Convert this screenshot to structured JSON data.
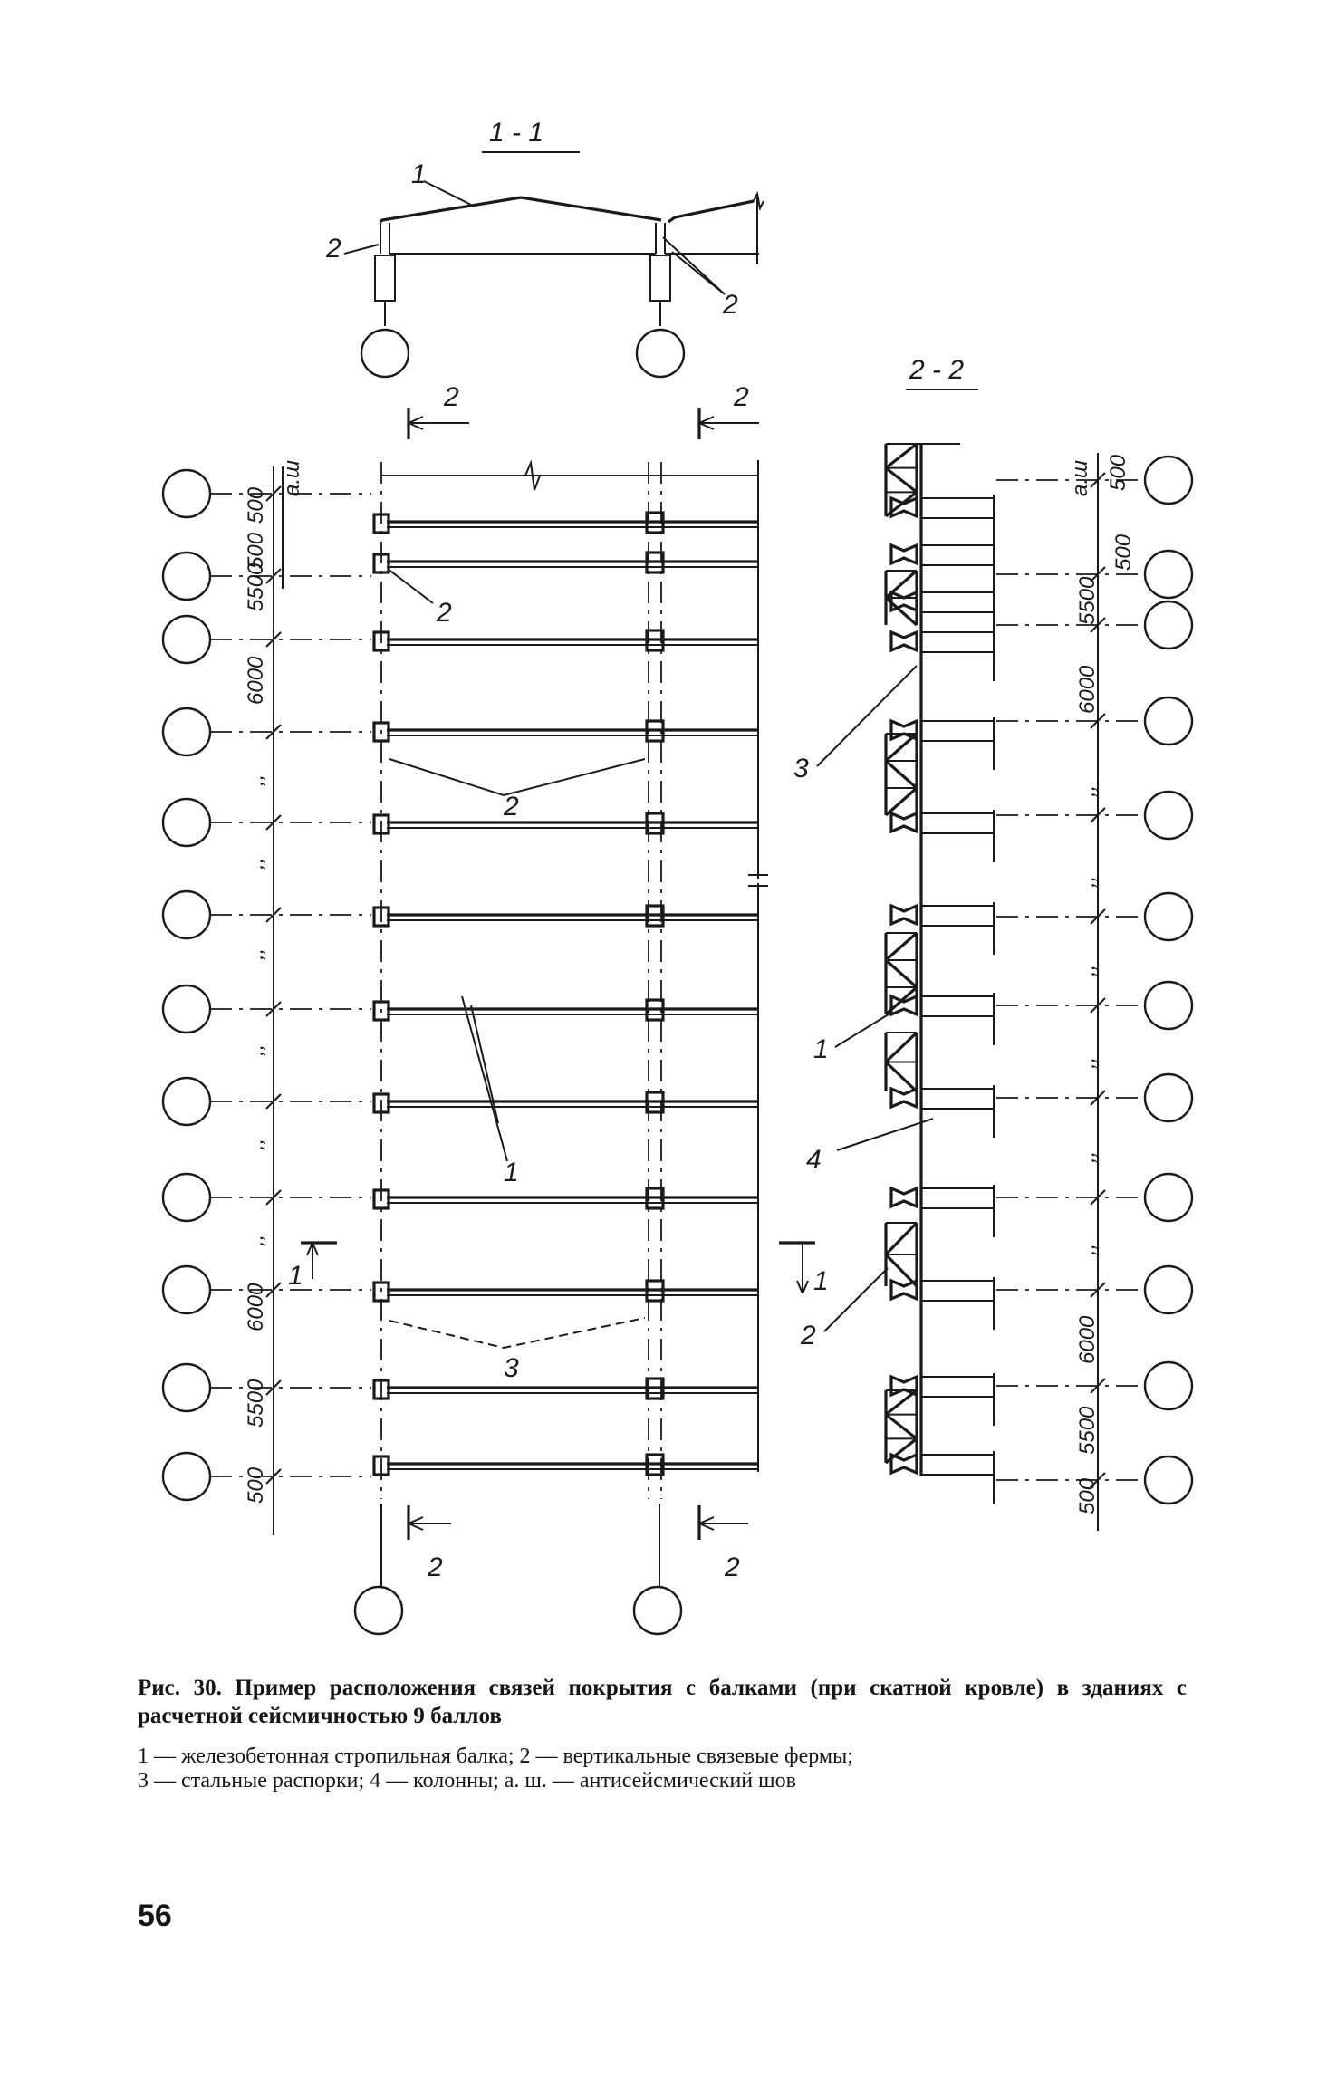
{
  "section_labels": {
    "section_1_1": "1 - 1",
    "section_2_2": "2 - 2"
  },
  "marks": {
    "m1": "1",
    "m2": "2",
    "m3": "3",
    "m4": "4"
  },
  "dimensions_left": [
    "500",
    "a.ш",
    "5500",
    "500",
    "6000",
    ",,",
    ",,",
    ",,",
    ",,",
    ",,",
    ",,",
    ",,",
    "6000",
    "5500",
    "500"
  ],
  "dimensions_right": [
    "a.ш",
    "500",
    "500",
    "5500",
    "6000",
    ",,",
    ",,",
    ",,",
    ",,",
    ",,",
    ",,",
    ",,",
    "6000",
    "5500",
    "500"
  ],
  "caption": {
    "title": "Рис. 30. Пример расположения связей покрытия с балками (при скатной кровле) в зданиях с расчетной сейсмичностью 9 баллов",
    "legend_1": "1 — железобетонная стропильная балка; 2 — вертикальные связевые фермы;",
    "legend_2": "3 — стальные распорки; 4 — колонны; а. ш. — антисейсмический шов"
  },
  "page_number": "56"
}
